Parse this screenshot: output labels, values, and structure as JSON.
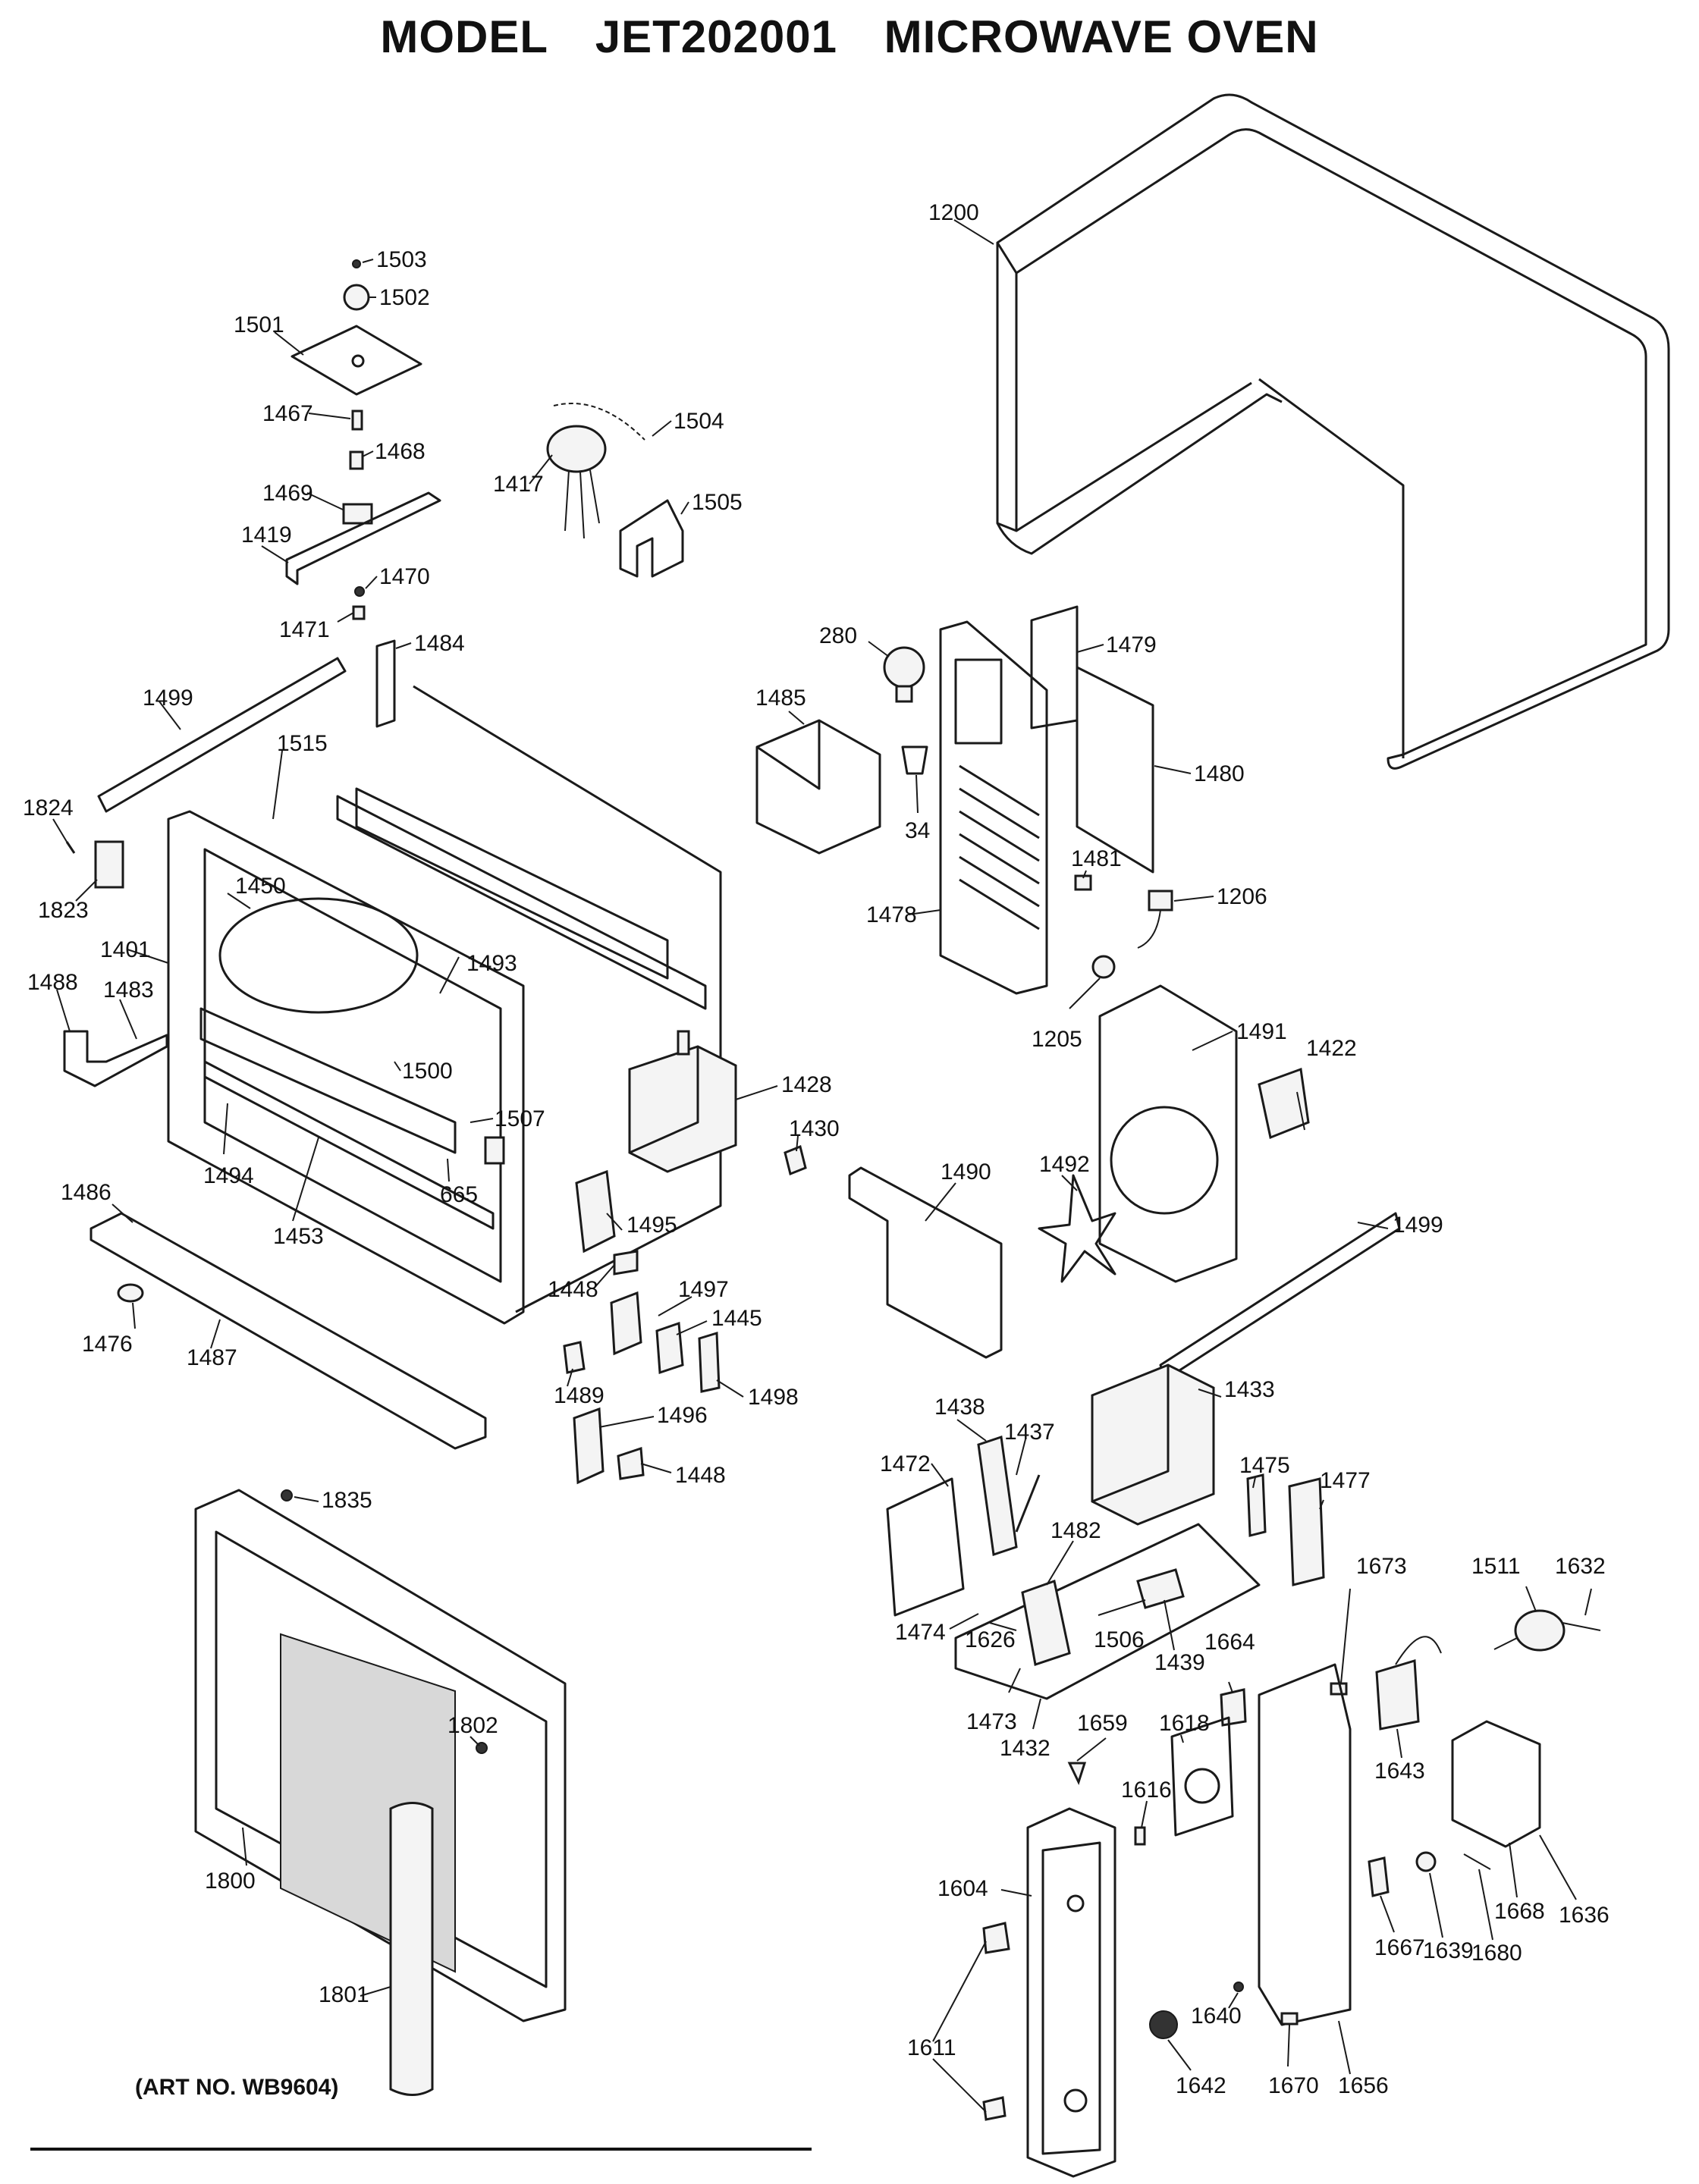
{
  "title": {
    "prefix": "MODEL",
    "model": "JET202001",
    "product": "MICROWAVE OVEN"
  },
  "art_no": "(ART NO. WB9604)",
  "callouts": [
    "1200",
    "1503",
    "1502",
    "1501",
    "1467",
    "1468",
    "1504",
    "1469",
    "1417",
    "1505",
    "1419",
    "1470",
    "1471",
    "1484",
    "280",
    "1479",
    "1499",
    "1485",
    "1515",
    "1480",
    "1824",
    "34",
    "1823",
    "1401",
    "1450",
    "1481",
    "1206",
    "1478",
    "1488",
    "1483",
    "1493",
    "1205",
    "1491",
    "1500",
    "1422",
    "1428",
    "1507",
    "1430",
    "1494",
    "665",
    "1490",
    "1492",
    "1486",
    "1453",
    "1495",
    "1499",
    "1448",
    "1497",
    "1445",
    "1476",
    "1487",
    "1489",
    "1498",
    "1433",
    "1438",
    "1496",
    "1437",
    "1448",
    "1472",
    "1475",
    "1477",
    "1835",
    "1482",
    "1673",
    "1511",
    "1632",
    "1474",
    "1626",
    "1506",
    "1439",
    "1664",
    "1473",
    "1432",
    "1659",
    "1618",
    "1802",
    "1643",
    "1616",
    "1604",
    "1800",
    "1668",
    "1636",
    "1667",
    "1639",
    "1680",
    "1801",
    "1640",
    "1611",
    "1642",
    "1670",
    "1656"
  ]
}
